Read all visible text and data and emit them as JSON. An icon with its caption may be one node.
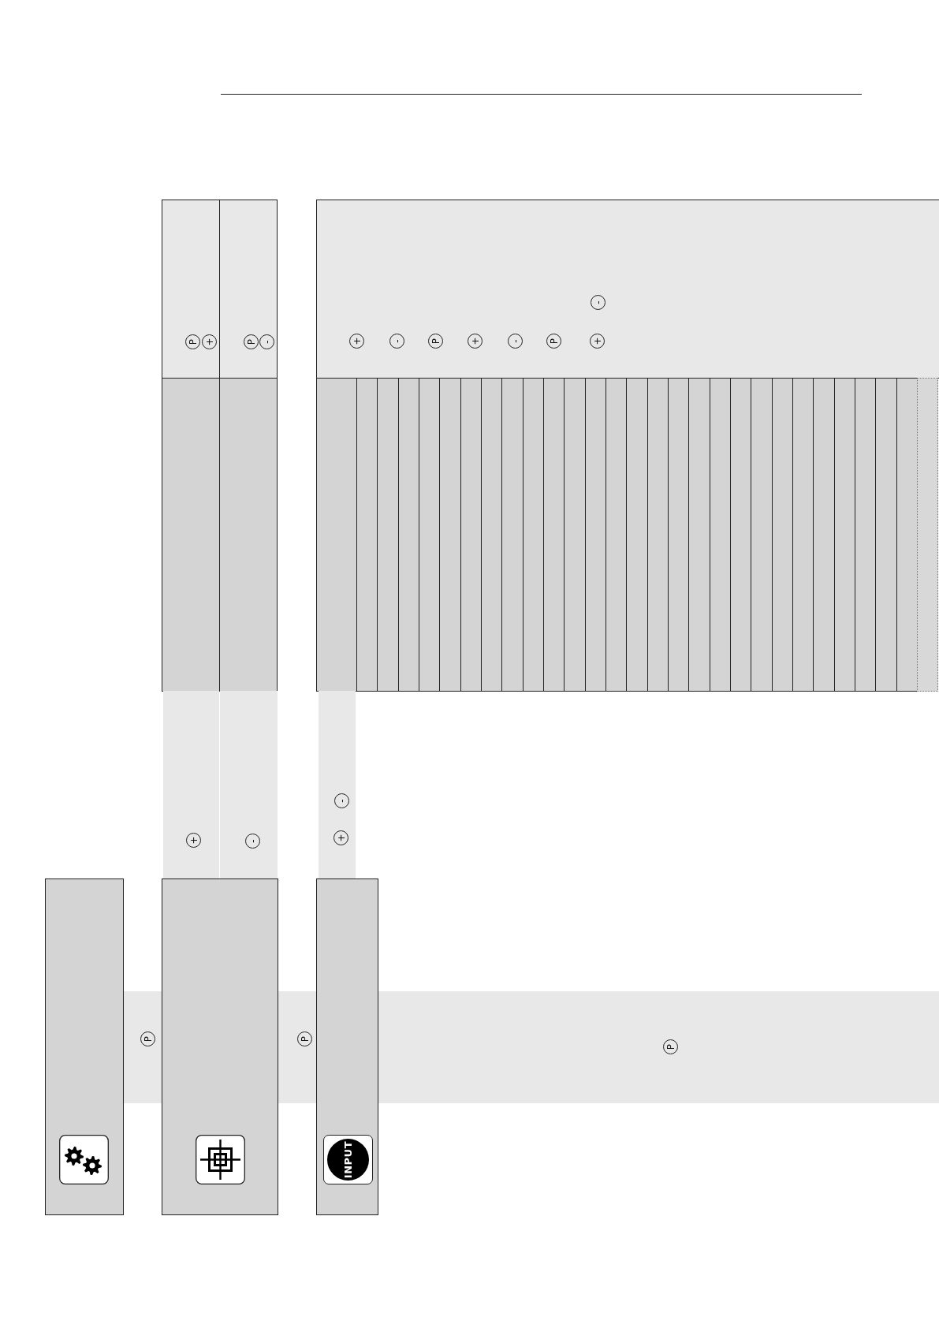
{
  "diagram": {
    "nodes": [
      {
        "text": [
          "P",
          "+"
        ]
      },
      {
        "text": [
          "P",
          "-"
        ]
      },
      {
        "text": [
          "-",
          "+",
          "-",
          "P",
          "+",
          "-",
          "P",
          "+"
        ]
      },
      {
        "text": [],
        "shape": "box"
      },
      {
        "text": [],
        "shape": "box"
      },
      {
        "text": [],
        "shape": "box"
      },
      {
        "text": [],
        "shape": "box"
      },
      {
        "text": [],
        "shape": "box"
      },
      {
        "text": [],
        "shape": "box"
      },
      {
        "text": [],
        "shape": "box"
      },
      {
        "text": [],
        "shape": "box"
      },
      {
        "text": [],
        "shape": "box"
      },
      {
        "text": [],
        "shape": "box"
      },
      {
        "text": [],
        "shape": "box"
      },
      {
        "text": [],
        "shape": "box"
      },
      {
        "text": [],
        "shape": "box"
      },
      {
        "text": [],
        "shape": "box"
      },
      {
        "text": [],
        "shape": "box"
      },
      {
        "text": [],
        "shape": "box"
      },
      {
        "text": [],
        "shape": "box"
      },
      {
        "text": [],
        "shape": "box"
      },
      {
        "text": [],
        "shape": "box"
      },
      {
        "text": [],
        "shape": "box"
      },
      {
        "text": [],
        "shape": "box"
      },
      {
        "text": [],
        "shape": "box"
      },
      {
        "text": [],
        "shape": "box"
      },
      {
        "text": [],
        "shape": "box"
      },
      {
        "text": [],
        "shape": "box"
      },
      {
        "text": [],
        "shape": "box"
      },
      {
        "text": [],
        "shape": "box"
      },
      {
        "text": [],
        "shape": "box"
      },
      {
        "text": [],
        "shape": "box"
      },
      {
        "text": [],
        "shape": "box"
      },
      {
        "text": [],
        "shape": "box"
      },
      {
        "text": [
          "+"
        ]
      },
      {
        "text": [
          "-"
        ]
      },
      {
        "text": [
          "-",
          "+"
        ]
      },
      {
        "text": [],
        "shape": "box"
      },
      {
        "text": [],
        "shape": "box"
      },
      {
        "text": [
          "INPUT"
        ]
      },
      {
        "text": [
          "P",
          "P",
          "P"
        ]
      }
    ]
  }
}
